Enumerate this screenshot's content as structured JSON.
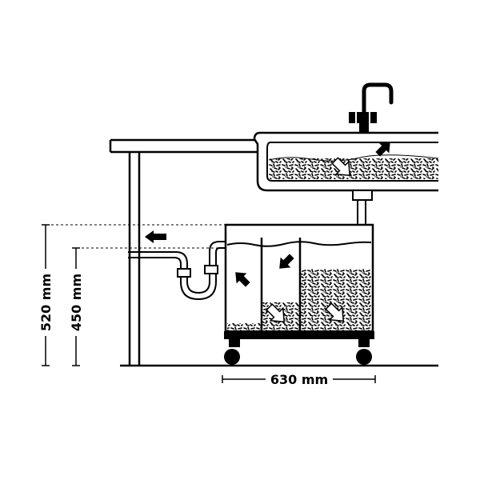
{
  "dimensions": {
    "total_height": "520 mm",
    "outlet_height": "450 mm",
    "tank_width": "630 mm"
  },
  "colors": {
    "line": "#000000",
    "background": "#ffffff",
    "water": "#ffffff"
  }
}
